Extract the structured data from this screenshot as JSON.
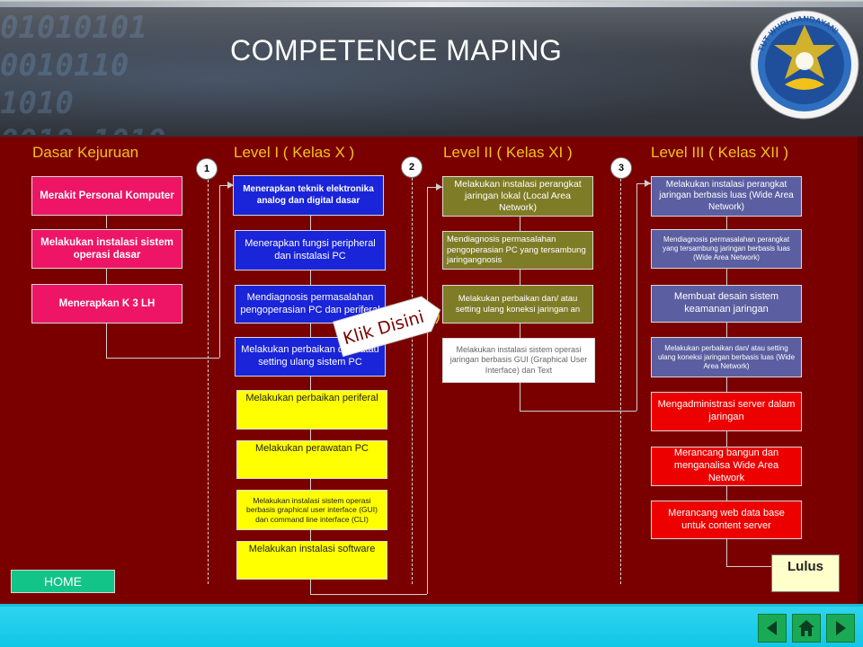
{
  "header": {
    "title": "COMPETENCE MAPING",
    "background_binary": "01010101\n0010110\n1010\n0010 1010\n0010"
  },
  "columns": [
    {
      "heading": "Dasar Kejuruan"
    },
    {
      "heading": "Level I ( Kelas X )",
      "badge": "1"
    },
    {
      "heading": "Level II ( Kelas XI )",
      "badge": "2"
    },
    {
      "heading": "Level III ( Kelas XII )",
      "badge": "3"
    }
  ],
  "dasar_kejuruan": [
    "Merakit Personal Komputer",
    "Melakukan instalasi sistem operasi dasar",
    "Menerapkan K 3 LH"
  ],
  "level1": [
    "Menerapkan teknik elektronika analog dan digital dasar",
    "Menerapkan fungsi peripheral dan instalasi PC",
    "Mendiagnosis permasalahan pengoperasian PC dan periferal",
    "Melakukan perbaikan dan/ atau setting ulang sistem PC",
    "Melakukan perbaikan periferal",
    "Melakukan perawatan PC",
    "Melakukan instalasi sistem operasi berbasis graphical user interface (GUI) dan command line interface (CLI)",
    "Melakukan instalasi software"
  ],
  "level2": [
    "Melakukan instalasi perangkat jaringan lokal (Local Area Network)",
    "Mendiagnosis permasalahan pengoperasian PC yang tersambung jaringangnosis",
    "Melakukan perbaikan dan/ atau setting ulang koneksi jaringan an",
    "Melakukan instalasi sistem operasi jaringan berbasis GUI (Graphical User Interface) dan Text"
  ],
  "level3": [
    "Melakukan instalasi perangkat jaringan berbasis luas (Wide Area Network)",
    "Mendiagnosis permasalahan perangkat yang tersambung jaringan berbasis luas (Wide Area Network)",
    "Membuat desain sistem keamanan jaringan",
    "Melakukan perbaikan dan/ atau setting ulang koneksi jaringan berbasis luas (Wide Area Network)",
    "Mengadministrasi server dalam jaringan",
    "Merancang bangun dan menganalisa Wide Area Network",
    "Merancang web data base untuk content server"
  ],
  "callout": "Klik Disini",
  "buttons": {
    "home": "HOME",
    "lulus": "Lulus"
  },
  "logo_text": "TUT WURI HANDAYANI",
  "colors": {
    "panel": "#7a0000",
    "heading": "#f2c21a",
    "dasar": "#ee1566",
    "level1_top": "#1a24d8",
    "level1_bottom": "#ffff00",
    "level2": "#7f7c27",
    "level3_top": "#5b5ea0",
    "level3_bottom": "#ec0000",
    "home": "#12c488",
    "footer": "#11c7e6"
  },
  "icons": [
    "speaker-icon",
    "prev-arrow-icon",
    "home-icon",
    "next-arrow-icon",
    "tut-wuri-logo"
  ]
}
